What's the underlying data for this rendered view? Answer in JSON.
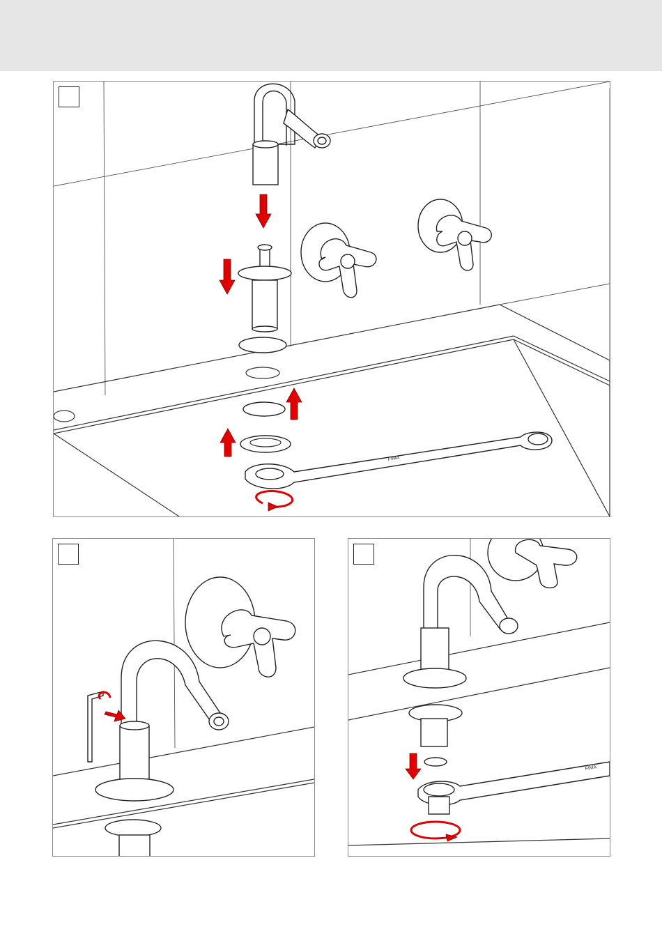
{
  "page": {
    "background": "#ffffff",
    "header_band_color": "#e6e6e6"
  },
  "accent_color": "#e00000",
  "steps": [
    {
      "id": "step-1",
      "number": ""
    },
    {
      "id": "step-2",
      "number": ""
    },
    {
      "id": "step-3",
      "number": ""
    }
  ],
  "wrench_marking": "FIMA"
}
